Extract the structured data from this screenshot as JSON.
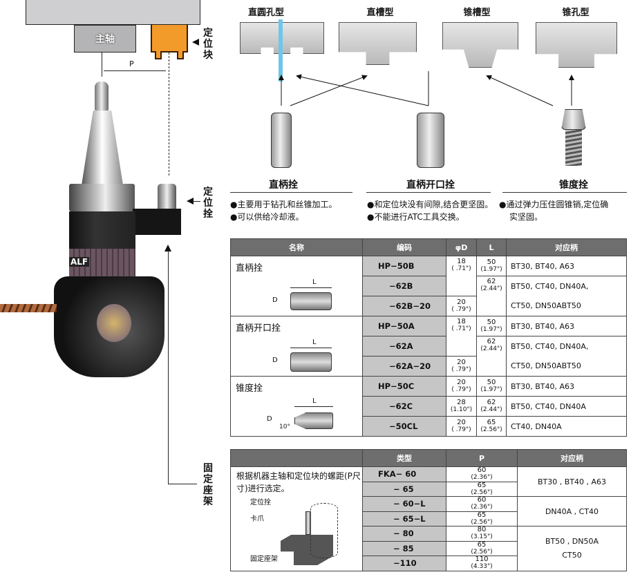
{
  "left_diagram": {
    "spindle_label": "主轴",
    "locator_block_label": "定位块",
    "dimension_label": "P",
    "locating_pin_label": "定位拴",
    "fixed_bracket_label": "固定座架",
    "brand_mark": "ALF",
    "colors": {
      "locator_block": "#f39b2a",
      "spindle": "#b4b4b6"
    }
  },
  "hole_types": [
    {
      "label": "直圆孔型"
    },
    {
      "label": "直槽型"
    },
    {
      "label": "锥槽型"
    },
    {
      "label": "锥孔型"
    }
  ],
  "pin_types": [
    {
      "label": "直柄拴",
      "bullets": [
        "●主要用于钻孔和丝锥加工。",
        "●可以供给冷却液。"
      ]
    },
    {
      "label": "直柄开口拴",
      "bullets": [
        "●和定位块没有间隙,结合更坚固。",
        "●不能进行ATC工具交换。"
      ]
    },
    {
      "label": "锥度拴",
      "bullets": [
        "●通过弹力压住圆锥销,定位确",
        "实坚固。"
      ]
    }
  ],
  "pin_table": {
    "headers": [
      "名称",
      "编码",
      "φD",
      "L",
      "对应柄"
    ],
    "groups": [
      {
        "name": "直柄拴",
        "rows": [
          {
            "code": "HP−50B",
            "d": "18",
            "d_in": "( .71\")",
            "l": "50",
            "l_in": "(1.97\")",
            "fit": "BT30, BT40, A63"
          },
          {
            "code": "−62B",
            "l": "62",
            "l_in": "(2.44\")",
            "fit": "BT50, CT40, DN40A,"
          },
          {
            "code": "−62B−20",
            "d": "20",
            "d_in": "( .79\")",
            "fit": "CT50, DN50ABT50"
          }
        ]
      },
      {
        "name": "直柄开口拴",
        "rows": [
          {
            "code": "HP−50A",
            "d": "18",
            "d_in": "( .71\")",
            "l": "50",
            "l_in": "(1.97\")",
            "fit": "BT30, BT40, A63"
          },
          {
            "code": "−62A",
            "l": "62",
            "l_in": "(2.44\")",
            "fit": "BT50, CT40, DN40A,"
          },
          {
            "code": "−62A−20",
            "d": "20",
            "d_in": "( .79\")",
            "fit": "CT50, DN50ABT50"
          }
        ]
      },
      {
        "name": "锥度拴",
        "angle_label": "10°",
        "rows": [
          {
            "code": "HP−50C",
            "d": "20",
            "d_in": "( .79\")",
            "l": "50",
            "l_in": "(1.97\")",
            "fit": "BT30, BT40, A63"
          },
          {
            "code": "−62C",
            "d": "28",
            "d_in": "(1.10\")",
            "l": "62",
            "l_in": "(2.44\")",
            "fit": "BT50, CT40, DN40A"
          },
          {
            "code": "−50CL",
            "d": "20",
            "d_in": "( .79\")",
            "l": "65",
            "l_in": "(2.56\")",
            "fit": "CT40, DN40A"
          }
        ]
      }
    ],
    "dim_L": "L",
    "dim_D": "D"
  },
  "bracket_table": {
    "headers": [
      "",
      "类型",
      "P",
      "对应柄"
    ],
    "note": "根据机器主轴和定位块的螺距(P尺寸)进行选定。",
    "callouts": [
      "定位拴",
      "卡爪",
      "固定座架"
    ],
    "rows": [
      {
        "type": "FKA−  60",
        "p": "60",
        "p_in": "(2.36\")"
      },
      {
        "type": "−  65",
        "p": "65",
        "p_in": "(2.56\")"
      },
      {
        "type": "−  60−L",
        "p": "60",
        "p_in": "(2.36\")"
      },
      {
        "type": "−  65−L",
        "p": "65",
        "p_in": "(2.56\")"
      },
      {
        "type": "−  80",
        "p": "80",
        "p_in": "(3.15\")"
      },
      {
        "type": "−  85",
        "p": "65",
        "p_in": "(2.56\")"
      },
      {
        "type": "−110",
        "p": "110",
        "p_in": "(4.33\")"
      }
    ],
    "fits": [
      "BT30 , BT40 , A63",
      "DN40A , CT40",
      "BT50 , DN50A",
      "CT50"
    ]
  }
}
